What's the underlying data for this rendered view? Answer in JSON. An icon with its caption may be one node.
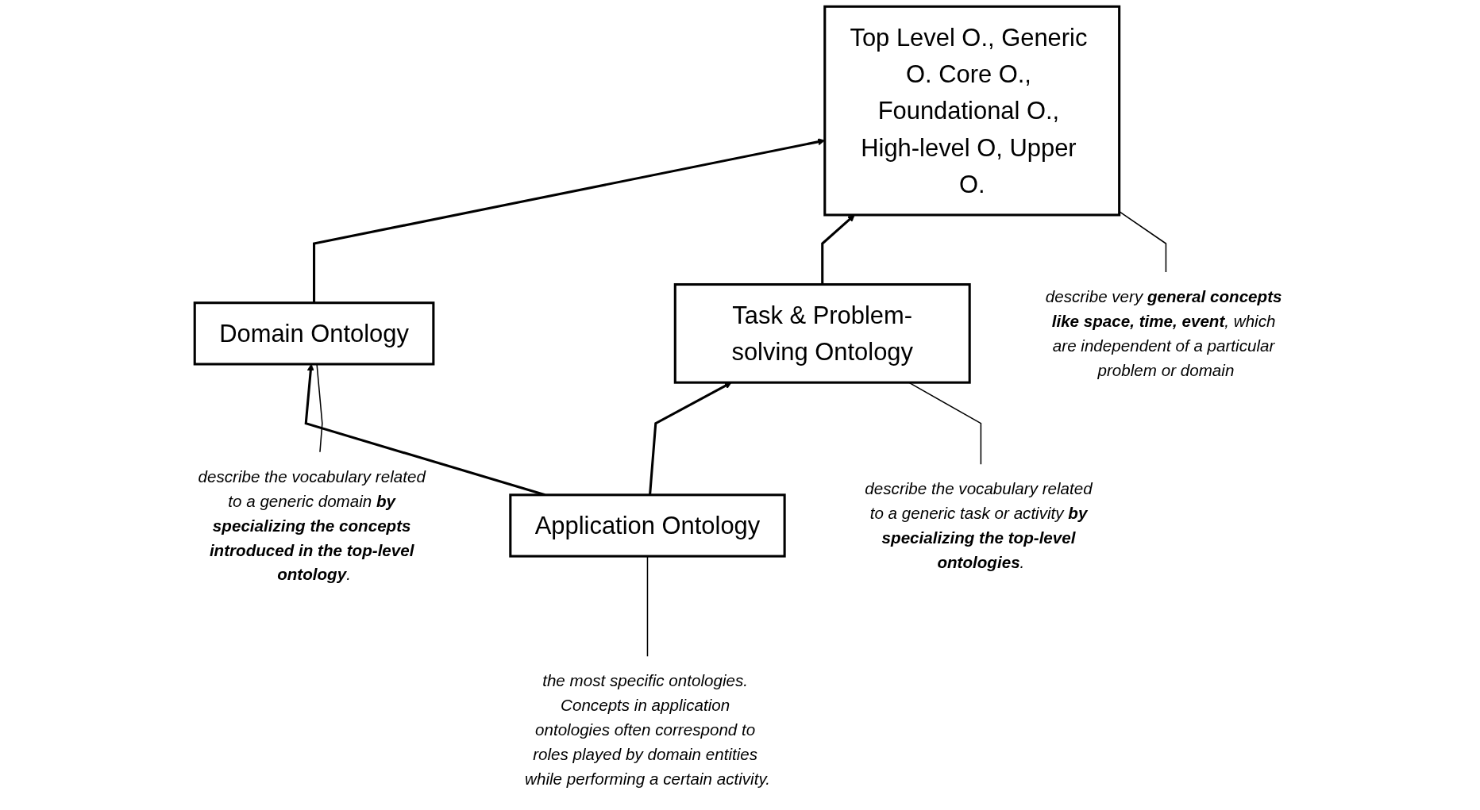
{
  "diagram": {
    "nodes": [
      {
        "text": [
          "describe very **general concepts like space, time, event**, which are independent of a particular problem or domain"
        ]
      },
      {
        "text": [
          "Top Level O., Generic O. Core O., Foundational O., High-level O, Upper O."
        ]
      },
      {
        "text": [
          "describe the vocabulary related to a generic task or activity **by specializing the top-level ontologies**."
        ]
      },
      {
        "text": [
          "Domain Ontology"
        ]
      },
      {
        "text": [
          "Task & Problem-solving Ontology"
        ]
      },
      {
        "text": [
          "describe the vocabulary related to a generic domain **by specializing the concepts introduced in the top-level ontology**."
        ]
      },
      {
        "text": [
          "Application Ontology"
        ]
      },
      {
        "text": [
          "the most specific ontologies. Concepts in application ontologies often correspond to roles played by domain entities while performing a certain activity."
        ]
      }
    ],
    "edges": [
      {
        "from": 3,
        "to": 1,
        "arrow": "to"
      },
      {
        "from": 4,
        "to": 1,
        "arrow": "to"
      },
      {
        "from": 6,
        "to": 3,
        "arrow": "to"
      },
      {
        "from": 6,
        "to": 4,
        "arrow": "to"
      },
      {
        "from": 0,
        "to": 1,
        "arrow": "none"
      },
      {
        "from": 2,
        "to": 4,
        "arrow": "none"
      },
      {
        "from": 5,
        "to": 3,
        "arrow": "none"
      },
      {
        "from": 7,
        "to": 6,
        "arrow": "none"
      }
    ]
  }
}
